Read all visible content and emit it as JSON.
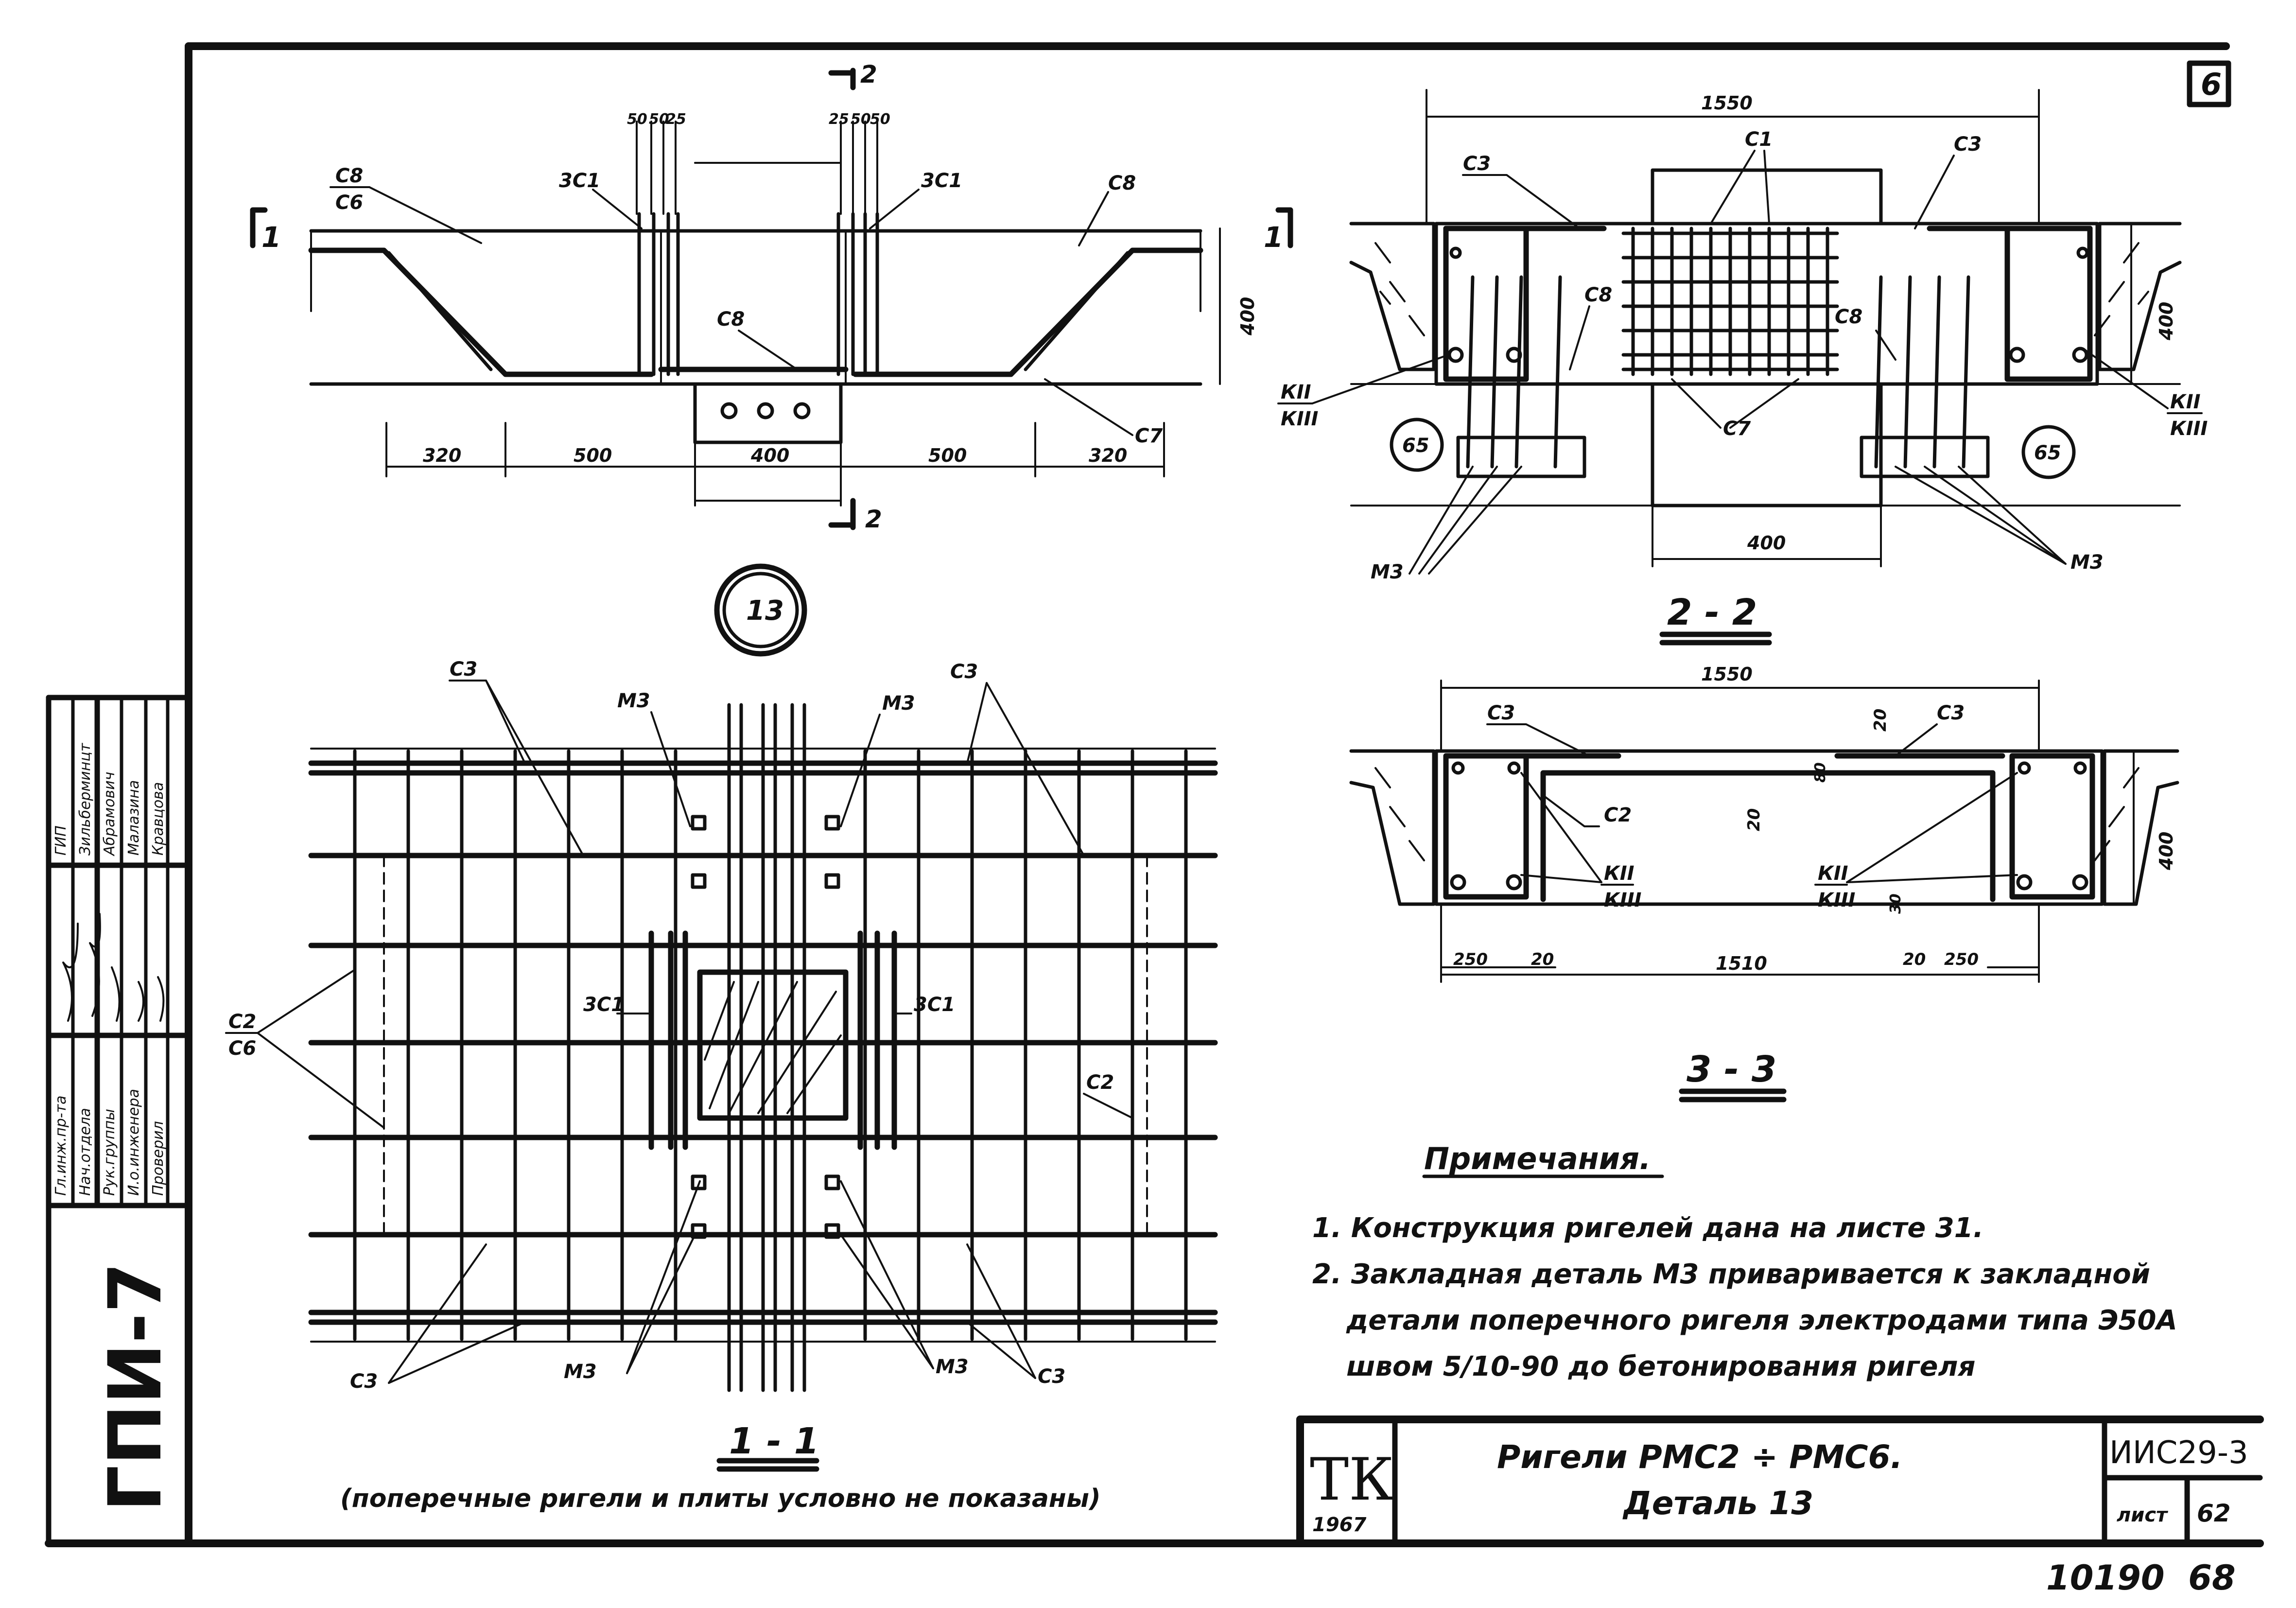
{
  "sheet": {
    "number_box": "6",
    "side_code": "ГПИ-7",
    "circle_detail": "13",
    "bottom_numbers": "10190  68"
  },
  "stamp": {
    "roles": [
      "Гл.инж.пр-та",
      "Нач.отдела",
      "Рук.группы",
      "И.о.инженера",
      "Проверил"
    ],
    "names": [
      "ГИП",
      "Зильберминцт",
      "Абрамович",
      "Малазина",
      "Кравцова"
    ]
  },
  "views": {
    "plan_top": {
      "dims": [
        "320",
        "500",
        "400",
        "500",
        "320",
        "400"
      ],
      "widths": [
        "50",
        "50",
        "25",
        "25",
        "50",
        "50"
      ],
      "labels": [
        "С8",
        "С6",
        "3С1",
        "3С1",
        "С8",
        "С8",
        "С7"
      ],
      "cut_marks": [
        "1",
        "1",
        "2",
        "2"
      ]
    },
    "section_2_2": {
      "title": "2 - 2",
      "dims": [
        "1550",
        "400",
        "400"
      ],
      "labels": [
        "С1",
        "С3",
        "С3",
        "С8",
        "С8",
        "С7",
        "КII",
        "КIII",
        "КII",
        "КIII",
        "65",
        "65",
        "М3",
        "М3"
      ]
    },
    "section_3_3": {
      "title": "3 - 3",
      "dims": [
        "1550",
        "400",
        "1510",
        "250",
        "20",
        "20",
        "250",
        "20",
        "20",
        "80",
        "30"
      ],
      "labels": [
        "С3",
        "С3",
        "С2",
        "КII",
        "КIII",
        "КII",
        "КIII"
      ]
    },
    "section_1_1": {
      "title": "1 - 1",
      "subtitle": "(поперечные ригели и плиты условно не показаны)",
      "labels": [
        "С3",
        "С3",
        "М3",
        "М3",
        "С2",
        "С6",
        "3С1",
        "3С1",
        "С2",
        "С3",
        "С3",
        "М3",
        "М3"
      ]
    }
  },
  "notes": {
    "heading": "Примечания.",
    "items": [
      "1. Конструкция ригелей дана на листе 31.",
      "2. Закладная деталь М3 приваривается к закладной",
      "детали поперечного ригеля электродами типа Э50А",
      "швом 5/10-90 до бетонирования ригеля"
    ]
  },
  "title_block": {
    "org": "ТК",
    "year": "1967",
    "title_line1": "Ригели РМС2 ÷ РМС6.",
    "title_line2": "Деталь 13",
    "series": "ИИС29-3",
    "sheet_label": "лист",
    "sheet_no": "62"
  }
}
